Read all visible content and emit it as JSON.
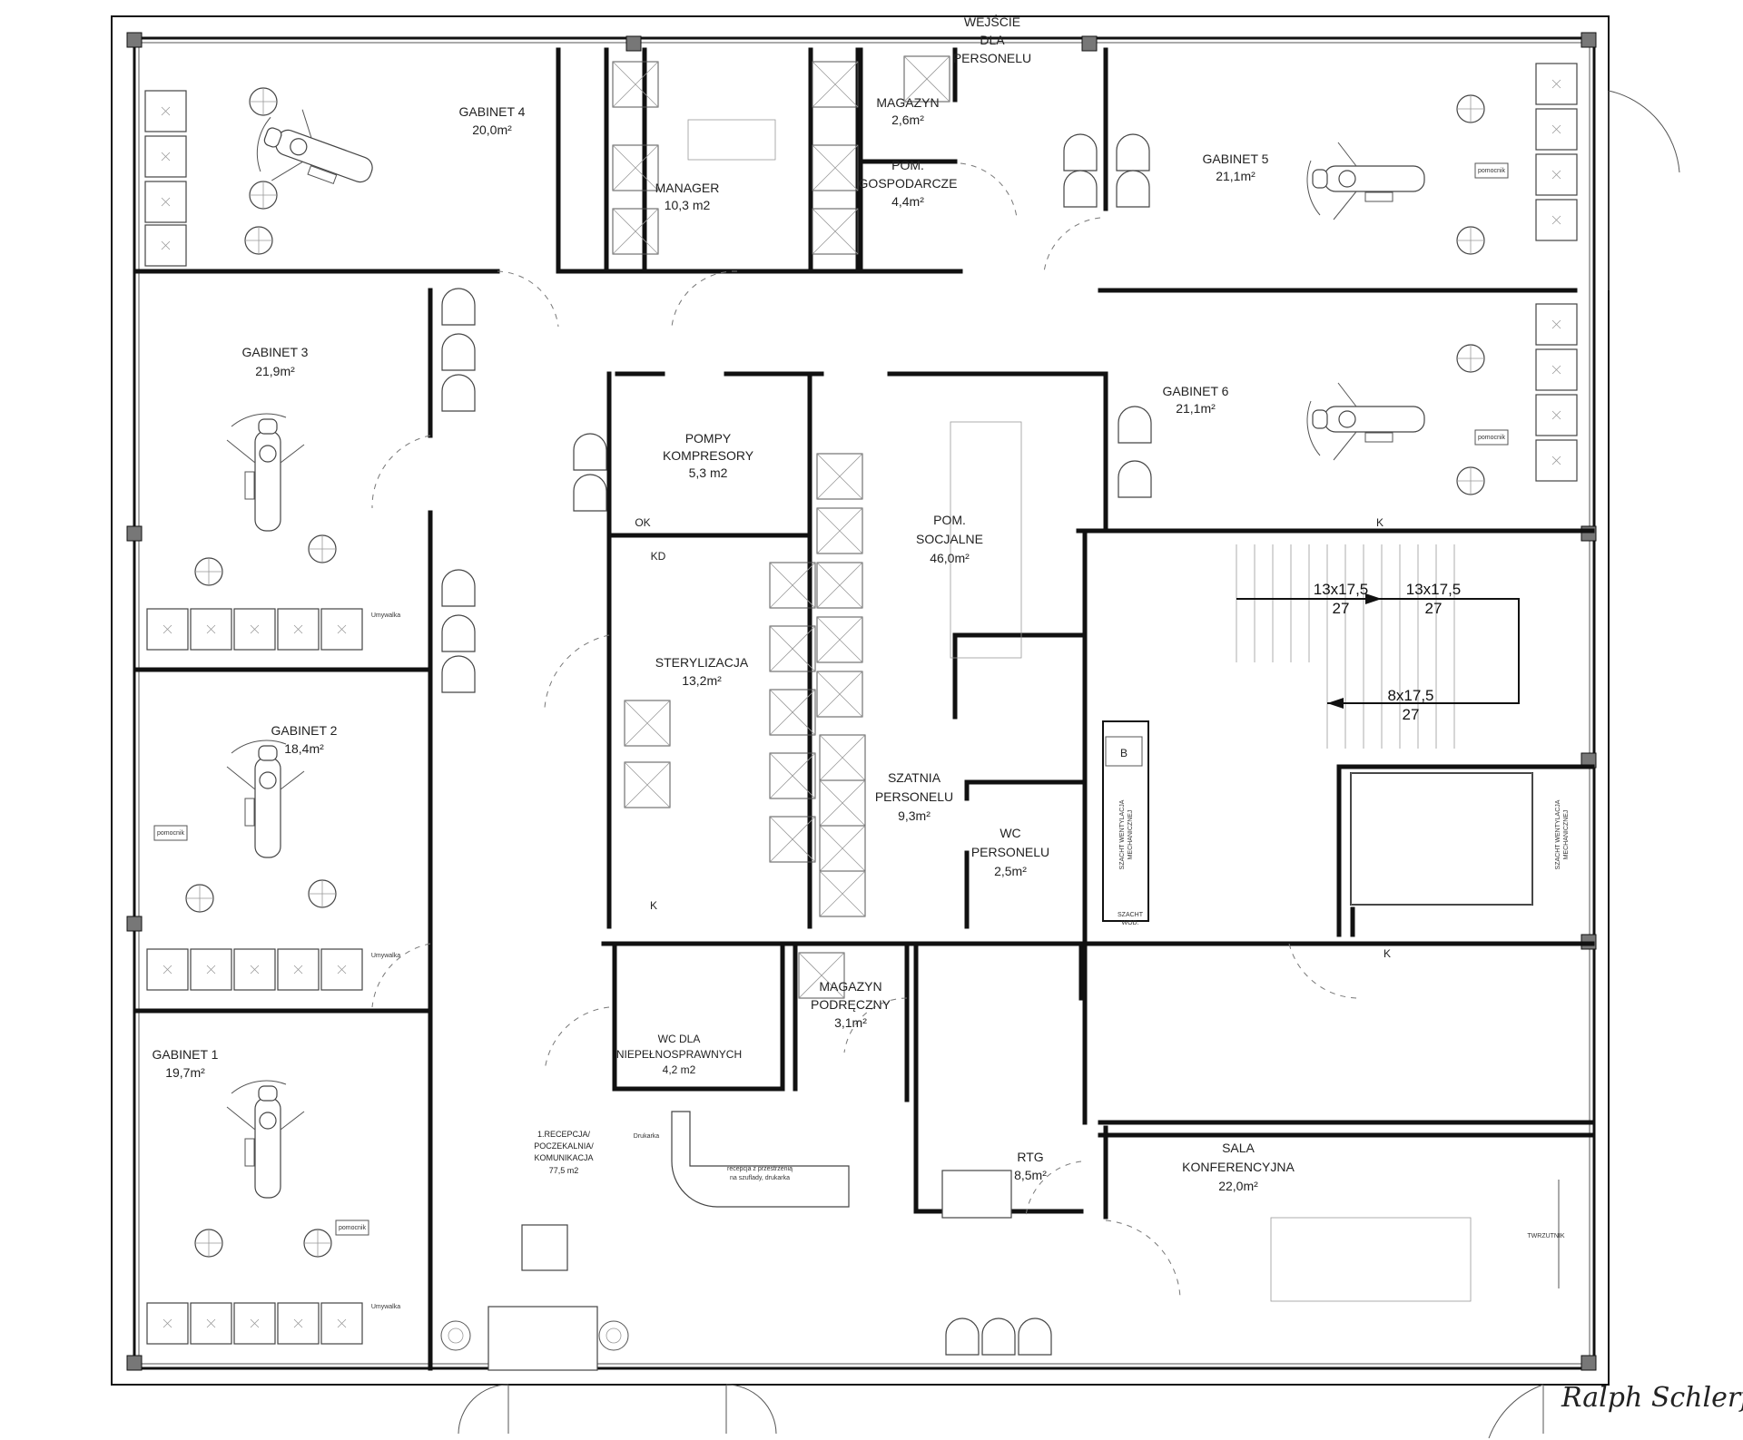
{
  "entrance": {
    "lines": [
      "WEJŚCIE",
      "DLA",
      "PERSONELU"
    ]
  },
  "rooms": [
    {
      "lines": [
        "GABINET 4"
      ],
      "area": "20,0m²"
    },
    {
      "lines": [
        "MANAGER"
      ],
      "area": "10,3 m2"
    },
    {
      "lines": [
        "MAGAZYN"
      ],
      "area": "2,6m²"
    },
    {
      "lines": [
        "POM.",
        "GOSPODARCZE"
      ],
      "area": "4,4m²"
    },
    {
      "lines": [
        "GABINET 5"
      ],
      "area": "21,1m²"
    },
    {
      "lines": [
        "GABINET 3"
      ],
      "area": "21,9m²"
    },
    {
      "lines": [
        "POMPY",
        "KOMPRESORY"
      ],
      "area": "5,3 m2"
    },
    {
      "lines": [
        "GABINET 6"
      ],
      "area": "21,1m²"
    },
    {
      "lines": [
        "POM.",
        "SOCJALNE"
      ],
      "area": "46,0m²"
    },
    {
      "lines": [
        "STERYLIZACJA"
      ],
      "area": "13,2m²"
    },
    {
      "lines": [
        "GABINET 2"
      ],
      "area": "18,4m²"
    },
    {
      "lines": [
        "SZATNIA",
        "PERSONELU"
      ],
      "area": "9,3m²"
    },
    {
      "lines": [
        "WC",
        "PERSONELU"
      ],
      "area": "2,5m²"
    },
    {
      "lines": [
        "MAGAZYN",
        "PODRĘCZNY"
      ],
      "area": "3,1m²"
    },
    {
      "lines": [
        "WC DLA",
        "NIEPEŁNOSPRAWNYCH"
      ],
      "area": "4,2 m2"
    },
    {
      "lines": [
        "GABINET 1"
      ],
      "area": "19,7m²"
    },
    {
      "lines": [
        "1.RECEPCJA/",
        "POCZEKALNIA/",
        "KOMUNIKACJA"
      ],
      "area": "77,5 m2"
    },
    {
      "lines": [
        "RTG"
      ],
      "area": "8,5m²"
    },
    {
      "lines": [
        "SALA",
        "KONFERENCYJNA"
      ],
      "area": "22,0m²"
    }
  ],
  "stairs": [
    {
      "steps": "13x17,5",
      "tread": "27"
    },
    {
      "steps": "13x17,5",
      "tread": "27"
    },
    {
      "steps": "8x17,5",
      "tread": "27"
    }
  ],
  "small_labels": {
    "sink": "Umywalka",
    "assistant": "pomocnik",
    "printer": "Drukarka",
    "reception_desk": [
      "recepcja z przestrzenią",
      "na szuflady, drukarka"
    ],
    "projector": "TWRZUTNIK",
    "ok": "OK",
    "kd": "KD",
    "k": "K",
    "b": "B",
    "shaft_vent": [
      "SZACHT WENTYLACJA",
      "MECHANICZNEJ"
    ],
    "shaft_wod": [
      "SZACHT",
      "WOD."
    ]
  },
  "signature": "Ralph Schlerf"
}
